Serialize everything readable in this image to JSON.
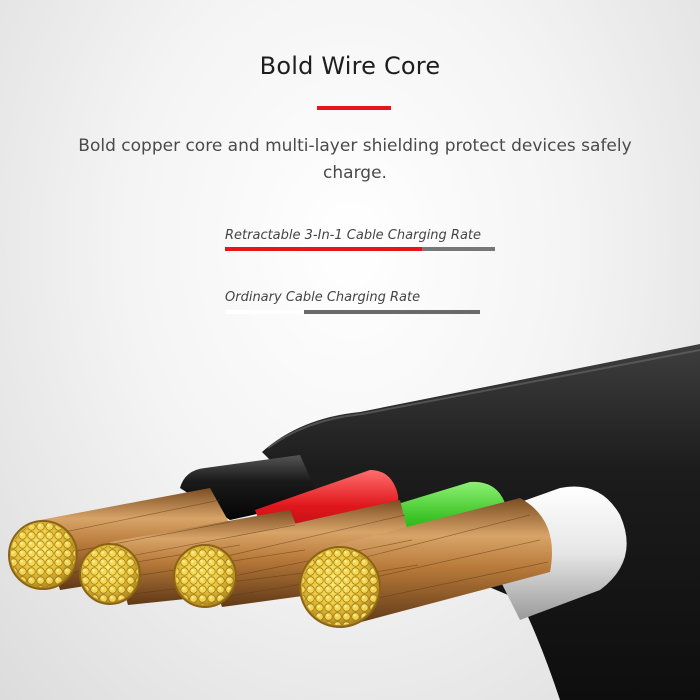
{
  "title": "Bold Wire Core",
  "description": "Bold copper core and multi-layer shielding protect devices safely charge.",
  "comparison": [
    {
      "label": "Retractable 3-In-1 Cable Charging Rate",
      "fill_fraction": 0.73,
      "fill_color": "#e8141b",
      "track_color": "#777777"
    },
    {
      "label": "Ordinary Cable Charging Rate",
      "fill_fraction": 0.31,
      "fill_color": "#ffffff",
      "track_color": "#6a6a6a"
    }
  ],
  "colors": {
    "accent": "#e8141b",
    "copper": "#b87a3a",
    "wire_red": "#e0171c",
    "wire_green": "#39c224",
    "wire_white": "#e6e6e6",
    "cable_black": "#1c1c1c"
  }
}
